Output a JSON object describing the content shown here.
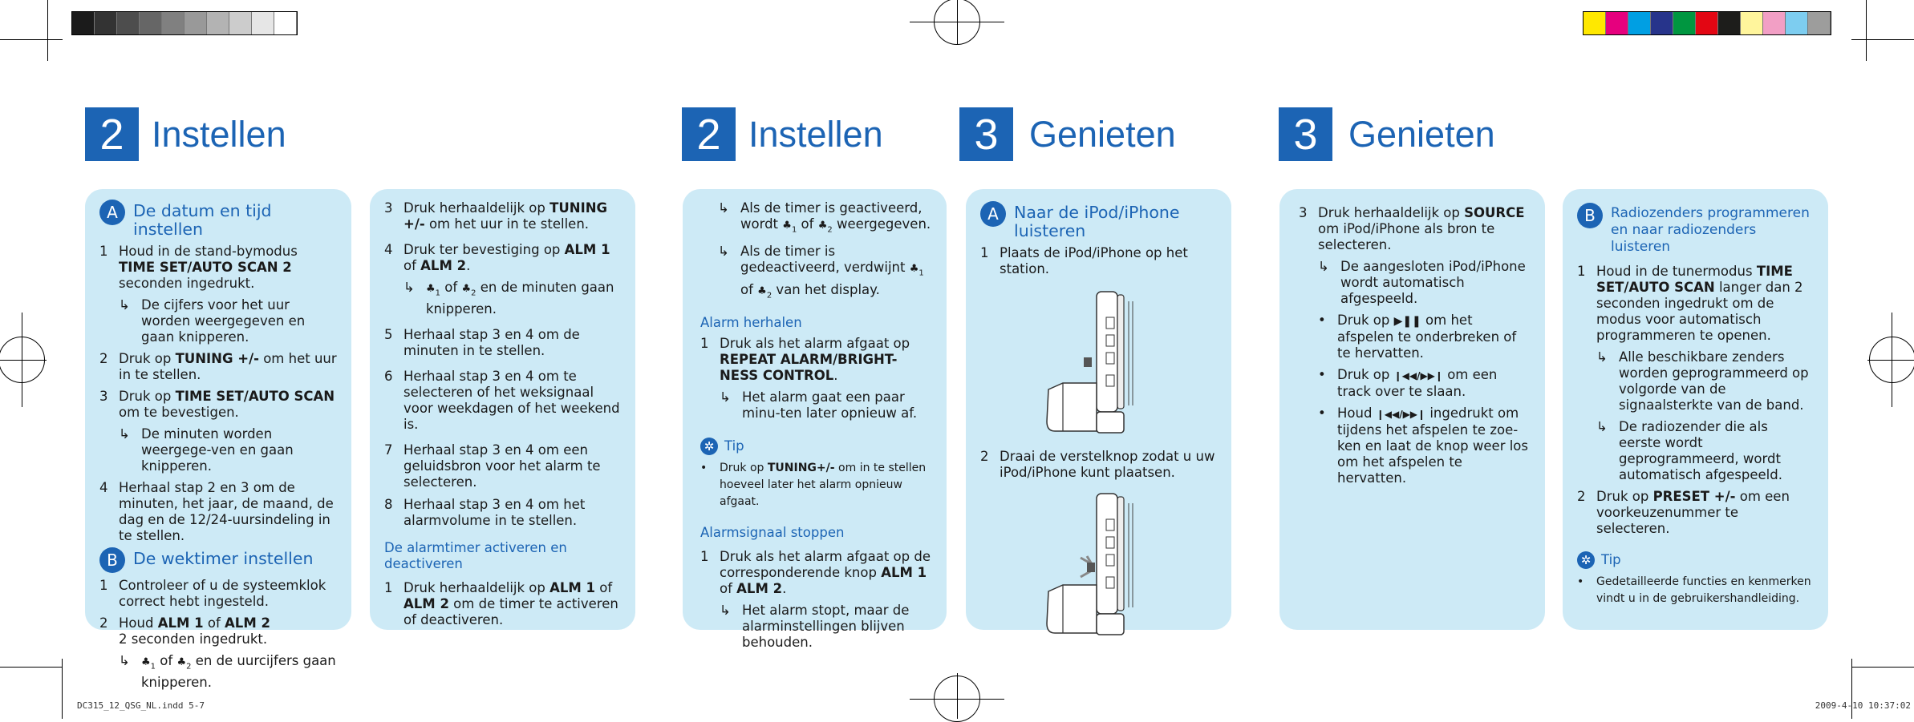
{
  "colors": {
    "accent": "#1c64b4",
    "panel": "#cdeaf6"
  },
  "gray_swatches": [
    "#1b1b1b",
    "#333333",
    "#4d4d4d",
    "#666666",
    "#808080",
    "#999999",
    "#b3b3b3",
    "#cccccc",
    "#e6e6e6",
    "#ffffff"
  ],
  "color_swatches": [
    "#ffe800",
    "#e6007e",
    "#009fe3",
    "#27348b",
    "#009640",
    "#e30613",
    "#1d1d1b",
    "#fff59c",
    "#f29fc5",
    "#7dcdf0",
    "#9d9d9c"
  ],
  "headers": [
    {
      "num": "2",
      "title": "Instellen"
    },
    {
      "num": "2",
      "title": "Instellen"
    },
    {
      "num": "3",
      "title": "Genieten"
    },
    {
      "num": "3",
      "title": "Genieten"
    }
  ],
  "p1": {
    "secA_badge": "A",
    "secA_title": "De datum en tijd instellen",
    "s1_n": "1",
    "s1_a": "Houd in de stand-bymodus ",
    "s1_b": "TIME SET/AUTO SCAN 2",
    "s1_c": " seconden ingedrukt.",
    "r1": "De cijfers voor het uur worden weergegeven en gaan knipperen.",
    "s2_n": "2",
    "s2_a": "Druk op ",
    "s2_b": "TUNING +/-",
    "s2_c": " om het uur in te stellen.",
    "s3_n": "3",
    "s3_a": "Druk op ",
    "s3_b": "TIME SET/AUTO SCAN",
    "s3_c": " om te bevestigen.",
    "r3": "De minuten worden weergege-ven en gaan knipperen.",
    "s4_n": "4",
    "s4": "Herhaal stap 2 en 3 om de minuten, het jaar, de maand, de dag en de 12/24-uursindeling in te stellen.",
    "secB_badge": "B",
    "secB_title": "De wektimer instellen",
    "b1_n": "1",
    "b1": "Controleer of u de systeemklok correct hebt ingesteld.",
    "b2_n": "2",
    "b2_a": "Houd ",
    "b2_b": "ALM 1",
    "b2_c": " of ",
    "b2_d": "ALM 2",
    "b2_e": " 2 seconden ingedrukt.",
    "br2_a": "1",
    "br2_b": " of ",
    "br2_c": "2",
    "br2_d": " en de uurcijfers gaan knipperen."
  },
  "p2": {
    "s3_n": "3",
    "s3_a": "Druk herhaaldelijk op ",
    "s3_b": "TUNING +/-",
    "s3_c": " om het uur in te stellen.",
    "s4_n": "4",
    "s4_a": "Druk ter bevestiging op ",
    "s4_b": "ALM 1",
    "s4_c": " of ",
    "s4_d": "ALM 2",
    "r4_a": "1",
    "r4_b": " of ",
    "r4_c": "2",
    "r4_d": " en de minuten gaan knipperen.",
    "s5_n": "5",
    "s5": "Herhaal stap 3 en 4 om de minuten in te stellen.",
    "s6_n": "6",
    "s6": "Herhaal stap 3 en 4 om te selecteren of het weksignaal voor weekdagen of het weekend is.",
    "s7_n": "7",
    "s7": "Herhaal stap 3 en 4 om een geluidsbron voor het alarm te selecteren.",
    "s8_n": "8",
    "s8": "Herhaal stap 3 en 4 om het alarmvolume in te stellen.",
    "sub": "De alarmtimer activeren en deactiveren",
    "a1_n": "1",
    "a1_a": "Druk herhaaldelijk op ",
    "a1_b": "ALM 1",
    "a1_c": " of ",
    "a1_d": "ALM 2",
    "a1_e": " om de timer te activeren of deactiveren."
  },
  "p3": {
    "r1_a": "Als de timer is geactiveerd, wordt ",
    "r1_b": "1",
    "r1_c": " of ",
    "r1_d": "2",
    "r1_e": " weergegeven.",
    "r2_a": "Als de timer is gedeactiveerd, verdwijnt ",
    "r2_b": "1",
    "r2_c": " of ",
    "r2_d": "2",
    "r2_e": " van het display.",
    "sub1": "Alarm herhalen",
    "h1_n": "1",
    "h1_a": "Druk als het alarm afgaat op ",
    "h1_b": "REPEAT ALARM/BRIGHT-NESS CONTROL",
    "h1_c": ".",
    "hr1": "Het alarm gaat een paar minu-ten later opnieuw af.",
    "tip_label": "Tip",
    "tip_a": "Druk op ",
    "tip_b": "TUNING+/-",
    "tip_c": " om in te stellen hoeveel later het alarm opnieuw afgaat.",
    "sub2": "Alarmsignaal stoppen",
    "st1_n": "1",
    "st1_a": "Druk als het alarm afgaat op de corresponderende knop ",
    "st1_b": "ALM 1",
    "st1_c": " of ",
    "st1_d": "ALM 2",
    "st1_e": ".",
    "str1": "Het alarm stopt, maar de alarminstellingen blijven behouden."
  },
  "p4": {
    "secA_badge": "A",
    "secA_title": "Naar de iPod/iPhone luisteren",
    "s1_n": "1",
    "s1": "Plaats de iPod/iPhone op het station.",
    "s2_n": "2",
    "s2": "Draai de verstelknop zodat u uw iPod/iPhone kunt plaatsen."
  },
  "p5": {
    "s3_n": "3",
    "s3_a": "Druk herhaaldelijk op ",
    "s3_b": "SOURCE",
    "s3_c": " om iPod/iPhone als bron te selecteren.",
    "r3": "De aangesloten iPod/iPhone wordt automatisch afgespeeld.",
    "b1_a": "Druk op ",
    "b1_b": "▶❚❚",
    "b1_c": " om het afspelen te onderbreken of te hervatten.",
    "b2_a": "Druk op ",
    "b2_b": "❙◀◀/▶▶❙",
    "b2_c": " om een track over te slaan.",
    "b3_a": "Houd ",
    "b3_b": "❙◀◀/▶▶❙",
    "b3_c": " ingedrukt om tijdens het afspelen te zoe-ken en laat de knop weer los om het afspelen te hervatten."
  },
  "p6": {
    "secB_badge": "B",
    "secB_title": "Radiozenders programmeren en naar radiozenders luisteren",
    "s1_n": "1",
    "s1_a": "Houd in de tunermodus ",
    "s1_b": "TIME SET/AUTO SCAN",
    "s1_c": " langer dan 2 seconden ingedrukt om de modus voor automatisch programmeren te openen.",
    "r1": "Alle beschikbare zenders worden geprogrammeerd op volgorde van de signaalsterkte van de band.",
    "r2": "De radiozender die als eerste wordt geprogrammeerd, wordt automatisch afgespeeld.",
    "s2_n": "2",
    "s2_a": "Druk op ",
    "s2_b": "PRESET +/-",
    "s2_c": " om een voorkeuzenummer te selecteren.",
    "tip_label": "Tip",
    "tip": "Gedetailleerde functies en kenmerken vindt u in de gebruikershandleiding."
  },
  "icons": {
    "arrow": "↳",
    "bullet": "•",
    "tip": "✲",
    "bell": "♣"
  },
  "footer": {
    "left": "DC315_12_QSG_NL.indd   5-7",
    "right": "2009-4-10   10:37:02"
  }
}
